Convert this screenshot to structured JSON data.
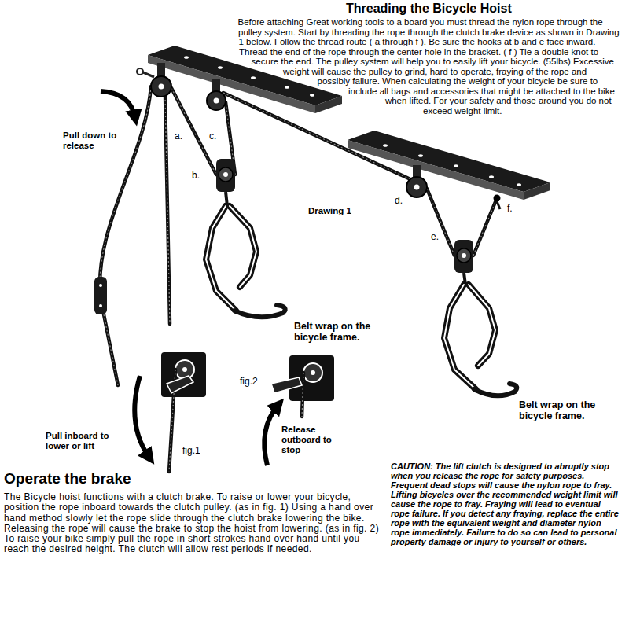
{
  "diagram": {
    "title": "Threading the Bicycle Hoist",
    "labels": [
      "Before attaching Great working tools to a board you must thread the nylon rope through the pulley system. Start by threading the rope through the clutch brake device as shown in Drawing 1 below. Follow the thread route ( a through f ). Be sure the hooks at b and e face inward. Thread the end of the rope through the center hole in the bracket. ( f ) Tie a double knot to secure the end. The pulley system will help you to easily lift your bicycle. (55lbs) Excessive weight will cause the pulley to grind, hard to operate, fraying of the rope and possibly failure. When calculating the weight of your bicycle be sure to include all bags and accessories that might be attached to the bike when lifted. For your safety and those around you do not exceed weight limit.",
      "Pull down to release",
      "a.",
      "c.",
      "b.",
      "Drawing 1",
      "d.",
      "f.",
      "e.",
      "Belt wrap on the bicycle frame.",
      "Belt wrap on the bicycle frame.",
      "fig.2",
      "Pull inboard to lower or lift",
      "Release outboard to stop",
      "fig.1",
      "Operate the brake",
      "The Bicycle hoist functions with a clutch brake. To raise or lower your bicycle, position the rope inboard towards the clutch pulley. (as in fig. 1) Using a hand over hand method slowly let the rope slide through the clutch brake lowering the bike. Releasing the rope will cause the brake to stop the hoist from lowering. (as in fig. 2) To raise your bike simply pull the rope in short strokes hand over hand until you reach the desired height. The clutch will allow rest periods if needed.",
      "CAUTION: The lift clutch is designed to abruptly stop when you release the rope for safety purposes. Frequent dead stops will cause the nylon rope to fray. Lifting bicycles over the recommended weight limit will cause the rope to fray. Fraying will lead to eventual rope failure. If you detect any fraying, replace the entire rope with the equivalent weight and diameter nylon rope immediately. Failure to do so can lead to personal property damage or injury to yourself or others."
    ]
  }
}
